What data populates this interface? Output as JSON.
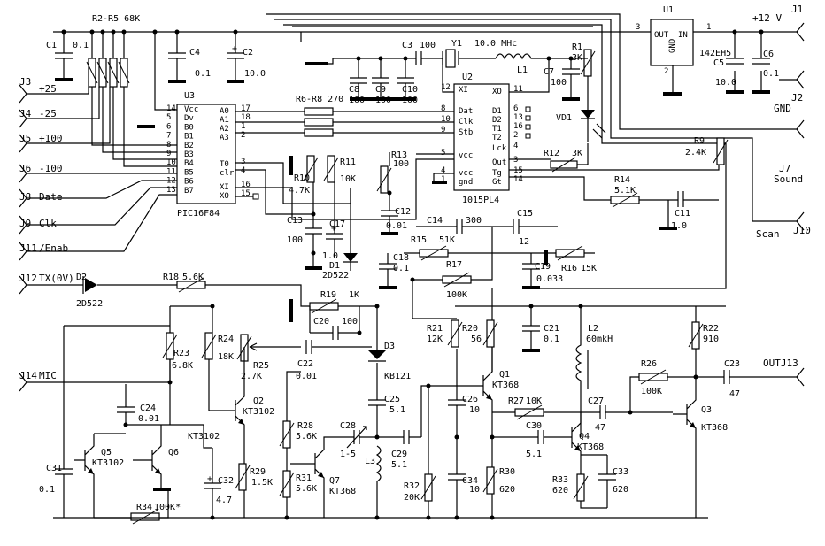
{
  "schematic": {
    "connectors": {
      "J1": "J1",
      "plus12v": "+12 V",
      "J2": "J2",
      "gnd": "GND",
      "J3": "J3",
      "J3_label": "+25",
      "J4": "J4",
      "J4_label": "-25",
      "J5": "J5",
      "J5_label": "+100",
      "J6": "J6",
      "J6_label": "-100",
      "J8": "J8",
      "J8_label": "Date",
      "J9": "J9",
      "J9_label": "Clk",
      "J11": "J11",
      "J11_label": "/Enab",
      "J12": "J12",
      "J12_label": "TX(0V)",
      "J14": "J14",
      "J14_label": "MIC",
      "J7": "J7",
      "J7_label": "Sound",
      "J10": "J10",
      "J10_label": "Scan",
      "J13_label": "OUTJ13"
    },
    "ics": {
      "U1": "U1",
      "U1_name": "142EH5",
      "U1_out": "OUT",
      "U1_gnd": "GND",
      "U1_in": "IN",
      "U1_p1": "1",
      "U1_p2": "2",
      "U1_p3": "3",
      "U2": "U2",
      "U2_name": "1015PL4",
      "U2_left": [
        "XI",
        "Dat",
        "Clk",
        "Stb",
        "vcc",
        "vcc",
        "gnd"
      ],
      "U2_left_pins": [
        "12",
        "8",
        "10",
        "9",
        "5",
        "4",
        "1"
      ],
      "U2_right": [
        "XO",
        "D1",
        "D2",
        "T1",
        "T2",
        "Lck",
        "Out",
        "Tg",
        "Gt"
      ],
      "U2_right_pins": [
        "11",
        "6",
        "13",
        "16",
        "2",
        "4",
        "3",
        "15",
        "14"
      ],
      "U3": "U3",
      "U3_name": "PIC16F84",
      "U3_left": [
        "Vcc",
        "Dv",
        "B0",
        "B1",
        "B2",
        "B3",
        "B4",
        "B5",
        "B6",
        "B7"
      ],
      "U3_left_pins": [
        "14",
        "5",
        "6",
        "7",
        "8",
        "9",
        "10",
        "11",
        "12",
        "13"
      ],
      "U3_right": [
        "A0",
        "A1",
        "A2",
        "A3",
        "T0",
        "clr",
        "XI",
        "XO"
      ],
      "U3_right_pins": [
        "17",
        "18",
        "1",
        "2",
        "3",
        "4",
        "16",
        "15"
      ]
    },
    "resistors": {
      "R2R5": "R2-R5 68K",
      "R1": "R1",
      "R1v": "3K",
      "R6R8": "R6-R8 270",
      "R9": "R9",
      "R9v": "2.4K",
      "R10": "R10",
      "R10v": "4.7K",
      "R11": "R11",
      "R11v": "10K",
      "R12": "R12",
      "R12v": "3K",
      "R13": "R13",
      "R13v": "100",
      "R14": "R14",
      "R14v": "5.1K",
      "R15": "R15",
      "R15v": "51K",
      "R16": "R16",
      "R16v": "15K",
      "R17": "R17",
      "R17v": "100K",
      "R18": "R18",
      "R18v": "5.6K",
      "R19": "R19",
      "R19v": "1K",
      "R20": "R20",
      "R20v": "56",
      "R21": "R21",
      "R21v": "12K",
      "R22": "R22",
      "R22v": "910",
      "R23": "R23",
      "R23v": "6.8K",
      "R24": "R24",
      "R24v": "18K",
      "R25": "R25",
      "R25v": "2.7K",
      "R26": "R26",
      "R26v": "100K",
      "R27": "R27",
      "R27v": "10K",
      "R28": "R28",
      "R28v": "5.6K",
      "R29": "R29",
      "R29v": "1.5K",
      "R30": "R30",
      "R30v": "620",
      "R31": "R31",
      "R31v": "5.6K",
      "R32": "R32",
      "R32v": "20K",
      "R33": "R33",
      "R33v": "620",
      "R34": "R34",
      "R34v": "100K*"
    },
    "capacitors": {
      "C1": "C1",
      "C1v": "0.1",
      "C2": "C2",
      "C2v": "10.0",
      "C3": "C3",
      "C3v": "100",
      "C4": "C4",
      "C4v": "0.1",
      "C5": "C5",
      "C5v": "10.0",
      "C6": "C6",
      "C6v": "0.1",
      "C7": "C7",
      "C7v": "100",
      "C8": "C8",
      "C8v": "100",
      "C9": "C9",
      "C9v": "100",
      "C10": "C10",
      "C10v": "100",
      "C11": "C11",
      "C11v": "1.0",
      "C12": "C12",
      "C12v": "0.01",
      "C13": "C13",
      "C13v": "100",
      "C14": "C14",
      "C14v": "300",
      "C15": "C15",
      "C15v": "12",
      "C17": "C17",
      "C17v": "1.0",
      "C18": "C18",
      "C18v": "0.1",
      "C19": "C19",
      "C19v": "0.033",
      "C20": "C20",
      "C20v": "100",
      "C21": "C21",
      "C21v": "0.1",
      "C22": "C22",
      "C22v": "0.01",
      "C23": "C23",
      "C23v": "47",
      "C24": "C24",
      "C24v": "0.01",
      "C25": "C25",
      "C25v": "5.1",
      "C26": "C26",
      "C26v": "10",
      "C27": "C27",
      "C27v": "47",
      "C28": "C28",
      "C28v": "1-5",
      "C29": "C29",
      "C29v": "5.1",
      "C30": "C30",
      "C30v": "5.1",
      "C31": "C31",
      "C31v": "0.1",
      "C32": "C32",
      "C32v": "4.7",
      "C33": "C33",
      "C33v": "620",
      "C34": "C34",
      "C34v": "10"
    },
    "semis": {
      "Y1": "Y1",
      "Y1v": "10.0 MHc",
      "L1": "L1",
      "L2": "L2",
      "L2v": "60mkH",
      "L3": "L3",
      "D1": "D1",
      "D1v": "2D522",
      "D2": "D2",
      "D2v": "2D522",
      "D3": "D3",
      "D3v": "KB121",
      "VD1": "VD1",
      "Q1": "Q1",
      "Q1v": "KT368",
      "Q2": "Q2",
      "Q2v": "KT3102",
      "Q3": "Q3",
      "Q3v": "KT368",
      "Q4": "Q4",
      "Q4v": "KT368",
      "Q5": "Q5",
      "Q5v": "KT3102",
      "Q6": "Q6",
      "Q6v": "KT3102",
      "Q7": "Q7",
      "Q7v": "KT368"
    }
  }
}
